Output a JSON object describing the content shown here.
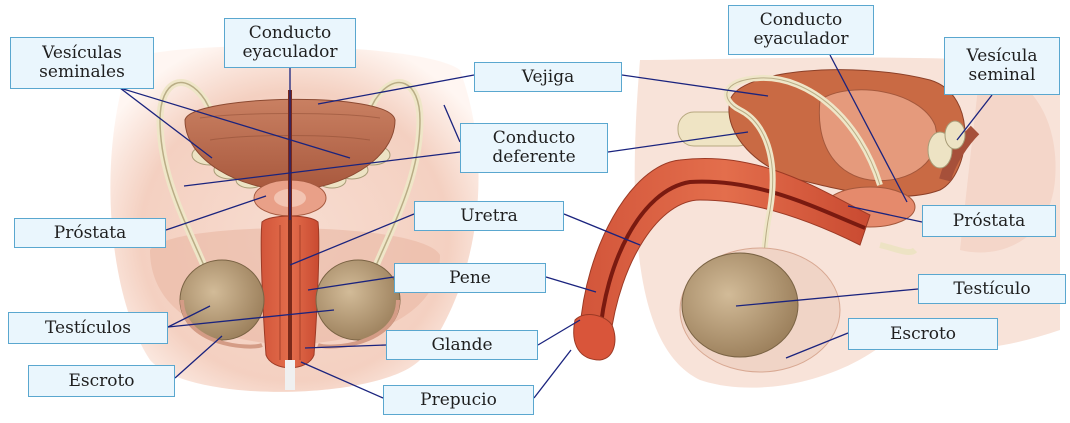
{
  "labels": {
    "vesiculas_seminales": "Vesículas\nseminales",
    "conducto_eyaculador_left": "Conducto\neyaculador",
    "vejiga": "Vejiga",
    "conducto_deferente": "Conducto\ndeferente",
    "prostata_left": "Próstata",
    "uretra": "Uretra",
    "pene": "Pene",
    "testiculos": "Testículos",
    "glande": "Glande",
    "escroto_left": "Escroto",
    "prepucio": "Prepucio",
    "conducto_eyaculador_right": "Conducto\neyaculador",
    "vesicula_seminal": "Vesícula\nseminal",
    "prostata_right": "Próstata",
    "testiculo": "Testículo",
    "escroto_right": "Escroto"
  },
  "colors": {
    "label_fill": "#eaf6fd",
    "label_border": "#5aa7cf",
    "leader_line": "#1a237e",
    "muscle": "#c4603f",
    "skin": "#f3cdbd",
    "testis": "#b59a76"
  }
}
